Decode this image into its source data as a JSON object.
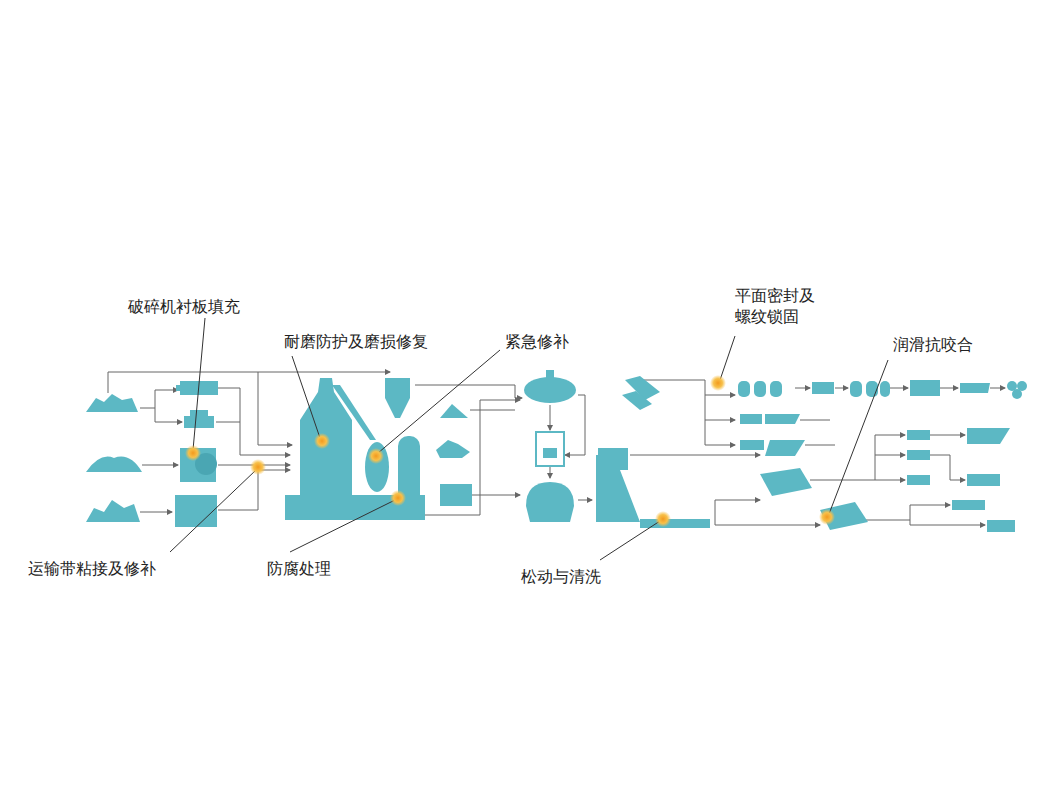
{
  "diagram": {
    "labels": [
      "破碎机衬板填充",
      "耐磨防护及磨损修复",
      "紧急修补",
      "平面密封及 螺纹锁固",
      "润滑抗咬合",
      "运输带粘接及修补",
      "防腐处理",
      "松动与清洗"
    ]
  }
}
